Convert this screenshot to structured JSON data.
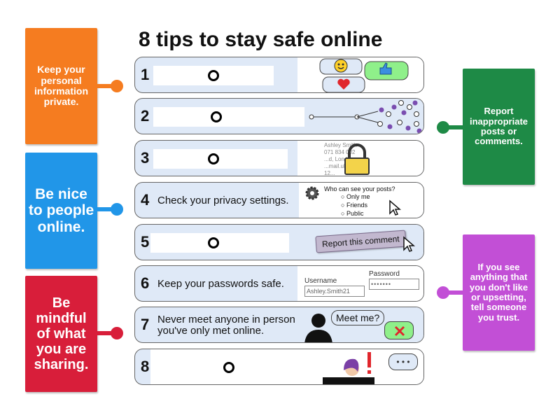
{
  "title": "8 tips to stay safe online",
  "cards": {
    "personal_info": "Keep your personal information private.",
    "be_nice": "Be nice to people online.",
    "be_mindful": "Be mindful of what you are sharing.",
    "report": "Report inappropriate posts or comments.",
    "tell_someone": "If you see anything that you don't like or upsetting, tell someone you trust."
  },
  "colors": {
    "orange": "#f57c20",
    "blue": "#2196e8",
    "red": "#d81e3a",
    "green": "#1e8a46",
    "purple": "#c24fd6"
  },
  "tips": [
    {
      "num": "1",
      "text": ""
    },
    {
      "num": "2",
      "text": ""
    },
    {
      "num": "3",
      "text": ""
    },
    {
      "num": "4",
      "text": "Check your privacy settings."
    },
    {
      "num": "5",
      "text": ""
    },
    {
      "num": "6",
      "text": "Keep your passwords safe."
    },
    {
      "num": "7",
      "text": "Never meet anyone in person you've only met online."
    },
    {
      "num": "8",
      "text": ""
    }
  ],
  "art": {
    "contact": {
      "name": "Ashley Smith",
      "phone": "071 834 002",
      "address": "...d, London",
      "email": "...mail.uk",
      "extra": "12..."
    },
    "privacy": {
      "question": "Who can see your posts?",
      "options": [
        "Only me",
        "Friends",
        "Public"
      ]
    },
    "report_button": "Report this comment",
    "login": {
      "username_label": "Username",
      "username_value": "Ashley.Smith21",
      "password_label": "Password",
      "password_value": "•••••••"
    },
    "meet_bubble": "Meet me?",
    "typing": "• • •"
  }
}
